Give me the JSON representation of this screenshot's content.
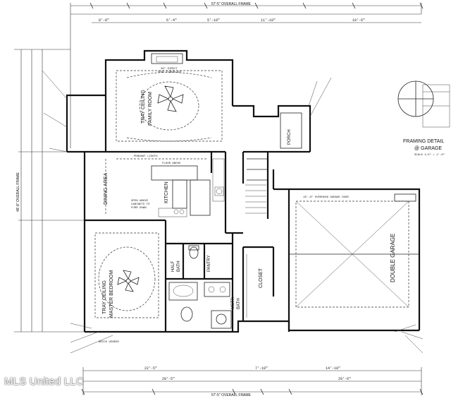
{
  "dimensions": {
    "top_overall": "57'-5\" OVERALL FRAME",
    "bottom_overall": "57'-5\" OVERALL FRAME",
    "left_overall": "48'-8\" OVERALL FRAME",
    "bottom_segments": [
      "22'-5\"",
      "7'-10\"",
      "14'-10\"",
      "29'-6\""
    ],
    "bottom_total_left": "28'-5\"",
    "top_segments": [
      "8'-8\"",
      "6'-4\"",
      "5'-10\"",
      "11'-10\"",
      "19'-6\""
    ]
  },
  "rooms": {
    "family_room": [
      "TRAY CEILING",
      "FAMILY ROOM"
    ],
    "dining_area": "DINING AREA",
    "kitchen": "KITCHEN",
    "master_bedroom": [
      "TRAY CEILING",
      "MASTER BEDROOM"
    ],
    "half_bath": [
      "HALF",
      "BATH"
    ],
    "pantry": "PANTRY",
    "closet": "CLOSET",
    "mstr_bath": [
      "MSTR",
      "BATH"
    ],
    "double_garage": "DOUBLE GARAGE",
    "porch": "PORCH"
  },
  "notes": {
    "framing_detail": [
      "FRAMING DETAIL",
      "@ GARAGE"
    ],
    "framing_detail_scale": "SCALE 1/4\" = 1'-0\"",
    "pendant_lights": "PENDANT LIGHTS",
    "floor_above": "FLOOR ABOVE",
    "fireplace": [
      "36\" DIRECT",
      "VENT FIREPLACE"
    ],
    "overhead_door": "16'-0\" OVERHEAD GARAGE DOOR",
    "brick_veneer": "BRICK VENEER",
    "open_above": [
      "OPEN ABOVE",
      "CABINETS TO",
      "FURR DOWN"
    ]
  },
  "watermark": "MLS United LLC"
}
